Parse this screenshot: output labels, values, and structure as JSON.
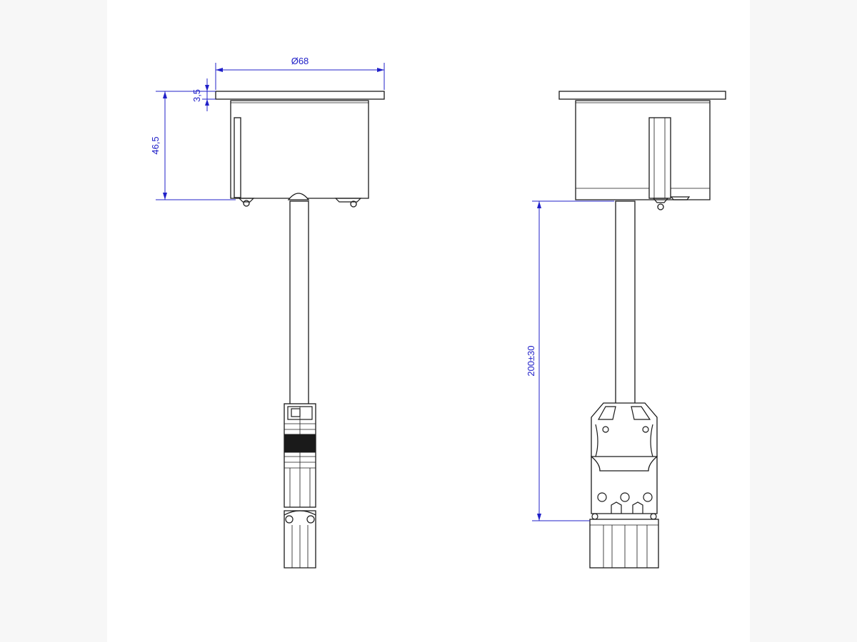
{
  "dimensions": {
    "diameter": "Ø68",
    "flange_thickness": "3,5",
    "body_height": "46,5",
    "cable_length": "200±30"
  },
  "colors": {
    "dimension": "#2020c8",
    "outline": "#1a1a1a",
    "background": "#ffffff"
  }
}
